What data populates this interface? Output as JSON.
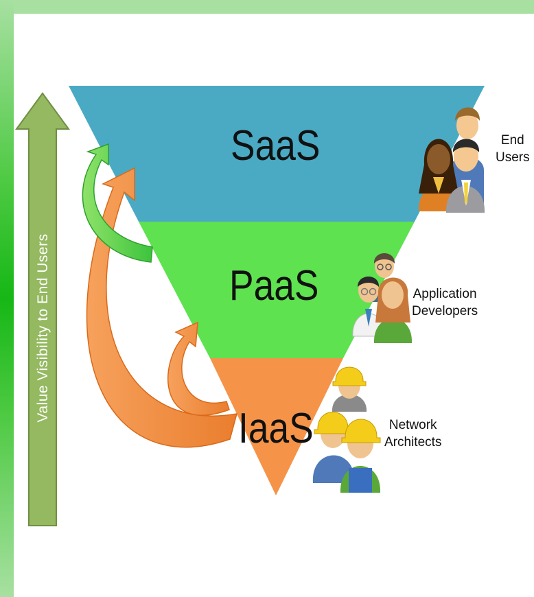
{
  "tiers": {
    "saas": {
      "label": "SaaS",
      "color": "#4aaac4"
    },
    "paas": {
      "label": "PaaS",
      "color": "#5ee24f"
    },
    "iaas": {
      "label": "IaaS",
      "color": "#f59449"
    }
  },
  "roles": {
    "end_users": [
      "End",
      "Users"
    ],
    "app_devs": [
      "Application",
      "Developers"
    ],
    "net_arch": [
      "Network",
      "Architects"
    ]
  },
  "side_arrow": {
    "label": "Value Visibility to End Users",
    "color": "#94b960"
  }
}
